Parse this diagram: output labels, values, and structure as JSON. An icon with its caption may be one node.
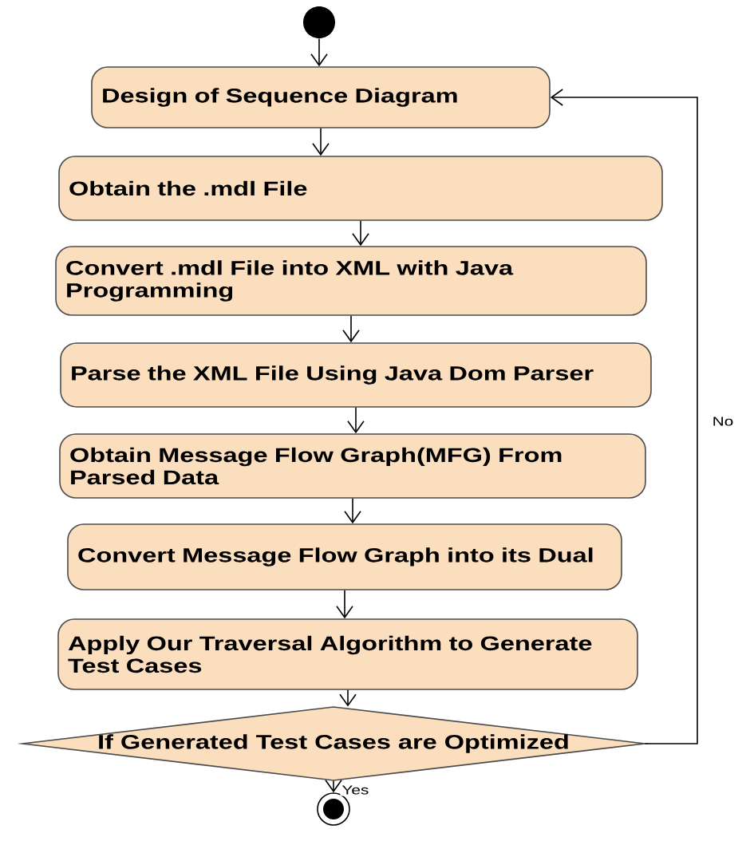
{
  "diagram": {
    "nodes": [
      {
        "text": [],
        "shape": "circle"
      },
      {
        "text": [
          "Design of Sequence Diagram"
        ]
      },
      {
        "text": [
          "Obtain the .mdl File"
        ]
      },
      {
        "text": [
          "Convert .mdl File into XML with Java Programming"
        ]
      },
      {
        "text": [
          "Parse the XML File Using Java Dom Parser"
        ]
      },
      {
        "text": [
          "Obtain Message Flow Graph(MFG) From Parsed Data"
        ]
      },
      {
        "text": [
          "Convert Message Flow Graph into its Dual"
        ]
      },
      {
        "text": [
          "Apply Our Traversal Algorithm to Generate Test Cases"
        ]
      },
      {
        "text": [
          "If Generated Test Cases are Optimized"
        ]
      },
      {
        "text": [],
        "shape": "circle"
      }
    ],
    "edges": [
      {
        "from": 0,
        "to": 1,
        "arrow": "to"
      },
      {
        "from": 1,
        "to": 2,
        "arrow": "to"
      },
      {
        "from": 2,
        "to": 3,
        "arrow": "to"
      },
      {
        "from": 3,
        "to": 4,
        "arrow": "to"
      },
      {
        "from": 4,
        "to": 5,
        "arrow": "to"
      },
      {
        "from": 5,
        "to": 6,
        "arrow": "to"
      },
      {
        "from": 6,
        "to": 7,
        "arrow": "to"
      },
      {
        "from": 7,
        "to": 8,
        "arrow": "to"
      },
      {
        "from": 8,
        "to": 9,
        "arrow": "to",
        "label": "Yes"
      },
      {
        "from": 8,
        "to": 1,
        "arrow": "to",
        "label": "No"
      }
    ]
  }
}
